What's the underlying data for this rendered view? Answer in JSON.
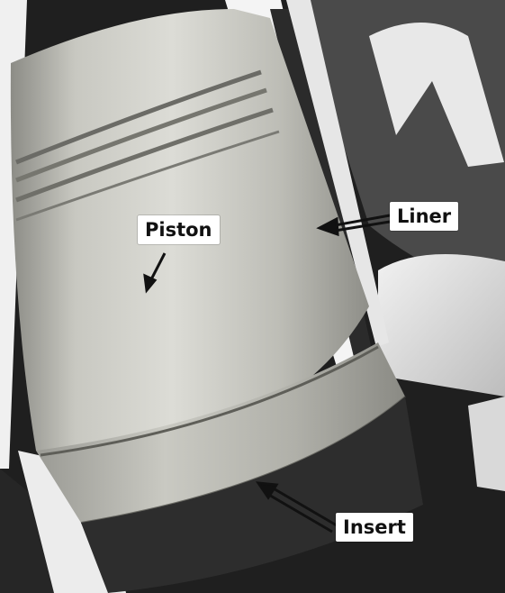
{
  "labels": {
    "piston": "Piston",
    "liner": "Liner",
    "insert": "Insert"
  },
  "colors": {
    "background": "#ffffff",
    "shadow": "#1f1f1f",
    "piston_light": "#dcdcd6",
    "piston_mid": "#b9b9b2",
    "piston_dark": "#8e8e88",
    "label_background": "#ffffff",
    "label_text": "#111111"
  }
}
